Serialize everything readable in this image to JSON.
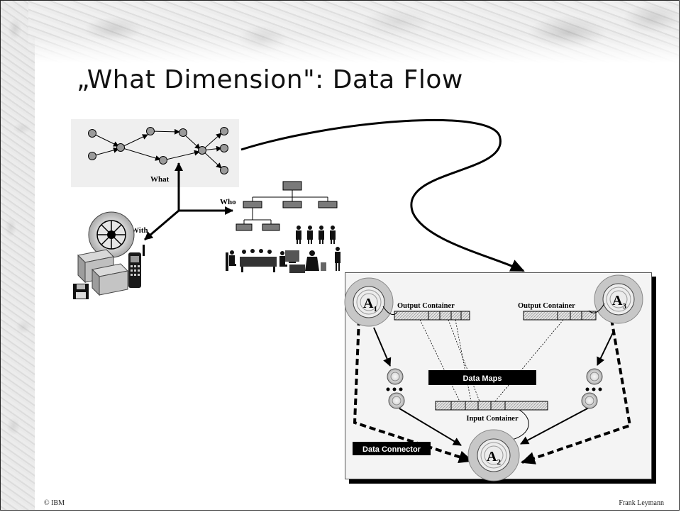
{
  "slide": {
    "title": "„What Dimension\": Data Flow",
    "footer_left": "© IBM",
    "footer_right": "Frank Leymann"
  },
  "dimensions": {
    "what_label": "What",
    "who_label": "Who",
    "with_label": "With"
  },
  "data_flow": {
    "activity_a1": "A",
    "activity_a1_sub": "1",
    "activity_a2": "A",
    "activity_a2_sub": "2",
    "activity_a3": "A",
    "activity_a3_sub": "3",
    "output_container_left": "Output Container",
    "output_container_right": "Output Container",
    "data_maps": "Data Maps",
    "input_container": "Input Container",
    "data_connector": "Data Connector"
  }
}
